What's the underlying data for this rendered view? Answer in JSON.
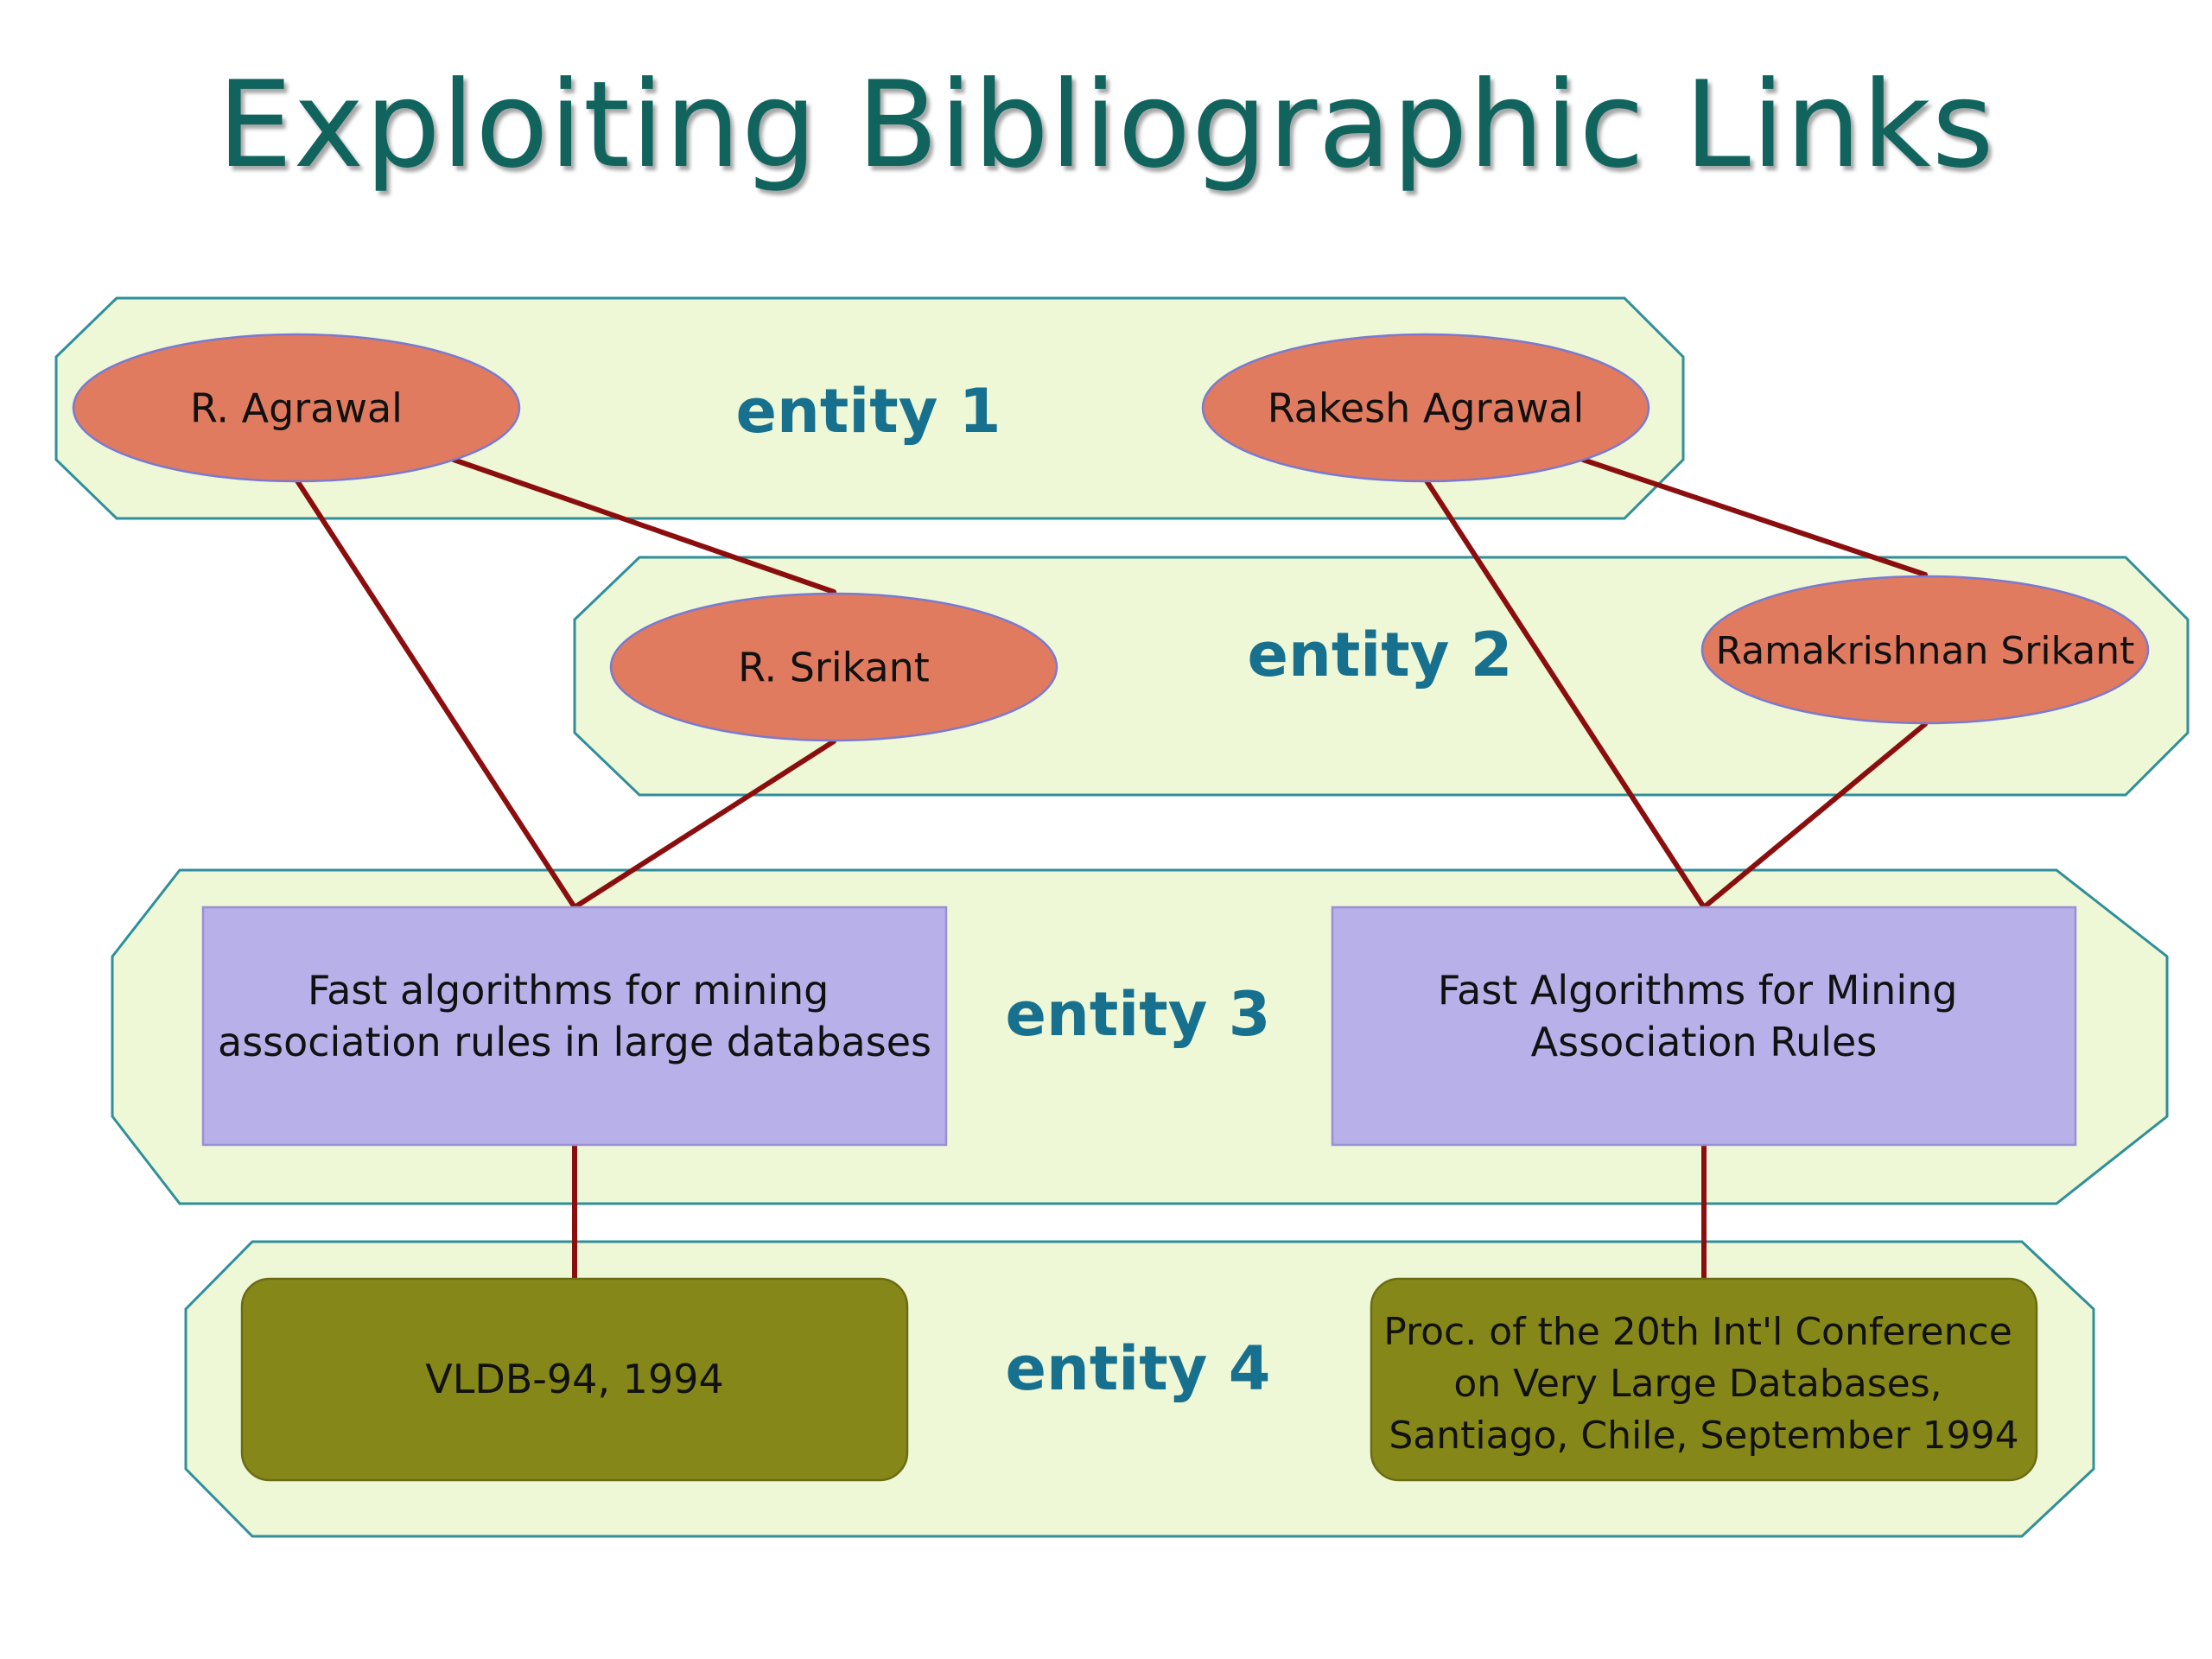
{
  "title": "Exploiting Bibliographic Links",
  "entity_labels": [
    "entity 1",
    "entity 2",
    "entity 3",
    "entity 4"
  ],
  "authors": {
    "r_agrawal": "R. Agrawal",
    "rakesh_agrawal": "Rakesh Agrawal",
    "r_srikant": "R. Srikant",
    "ramakrishnan_srikant": "Ramakrishnan Srikant"
  },
  "papers": {
    "left": [
      "Fast algorithms for mining",
      "association rules in large databases"
    ],
    "right": [
      "Fast Algorithms for Mining",
      "Association Rules"
    ]
  },
  "venues": {
    "left": [
      "VLDB-94, 1994"
    ],
    "right": [
      "Proc. of the 20th Int'l Conference",
      "on Very Large Databases,",
      "Santiago, Chile, September 1994"
    ]
  },
  "colors": {
    "title": "#11645e",
    "band_fill": "#eef7d6",
    "band_stroke": "#2f8f9a",
    "link": "#8b0e0e",
    "author_fill": "#e07b60",
    "paper_fill": "#b8b0e8",
    "venue_fill": "#858818",
    "entity_label": "#17708e"
  }
}
